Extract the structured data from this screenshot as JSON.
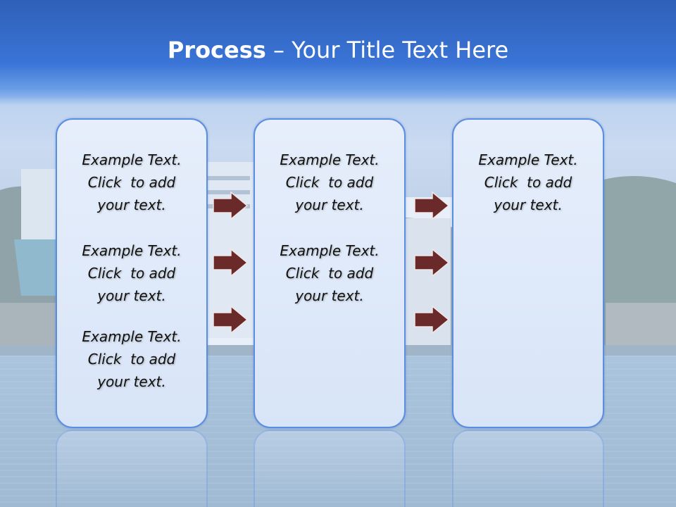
{
  "slide": {
    "title_bold": "Process",
    "title_rest": " – Your Title Text Here"
  },
  "columns": [
    {
      "items": [
        {
          "l1": "Example Text.",
          "l2": "Click  to add",
          "l3": "your text."
        },
        {
          "l1": "Example Text.",
          "l2": "Click  to add",
          "l3": "your text."
        },
        {
          "l1": "Example Text.",
          "l2": "Click  to add",
          "l3": "your text."
        }
      ]
    },
    {
      "items": [
        {
          "l1": "Example Text.",
          "l2": "Click  to add",
          "l3": "your text."
        },
        {
          "l1": "Example Text.",
          "l2": "Click  to add",
          "l3": "your text."
        }
      ]
    },
    {
      "items": [
        {
          "l1": "Example Text.",
          "l2": "Click  to add",
          "l3": "your text."
        }
      ]
    }
  ],
  "icons": {
    "arrow": "right-arrow-icon"
  },
  "colors": {
    "title_band": "#3a74d6",
    "box_border": "#5b8ee0",
    "box_fill": "#dfe9f9",
    "arrow_fill": "#6b2a2a"
  }
}
